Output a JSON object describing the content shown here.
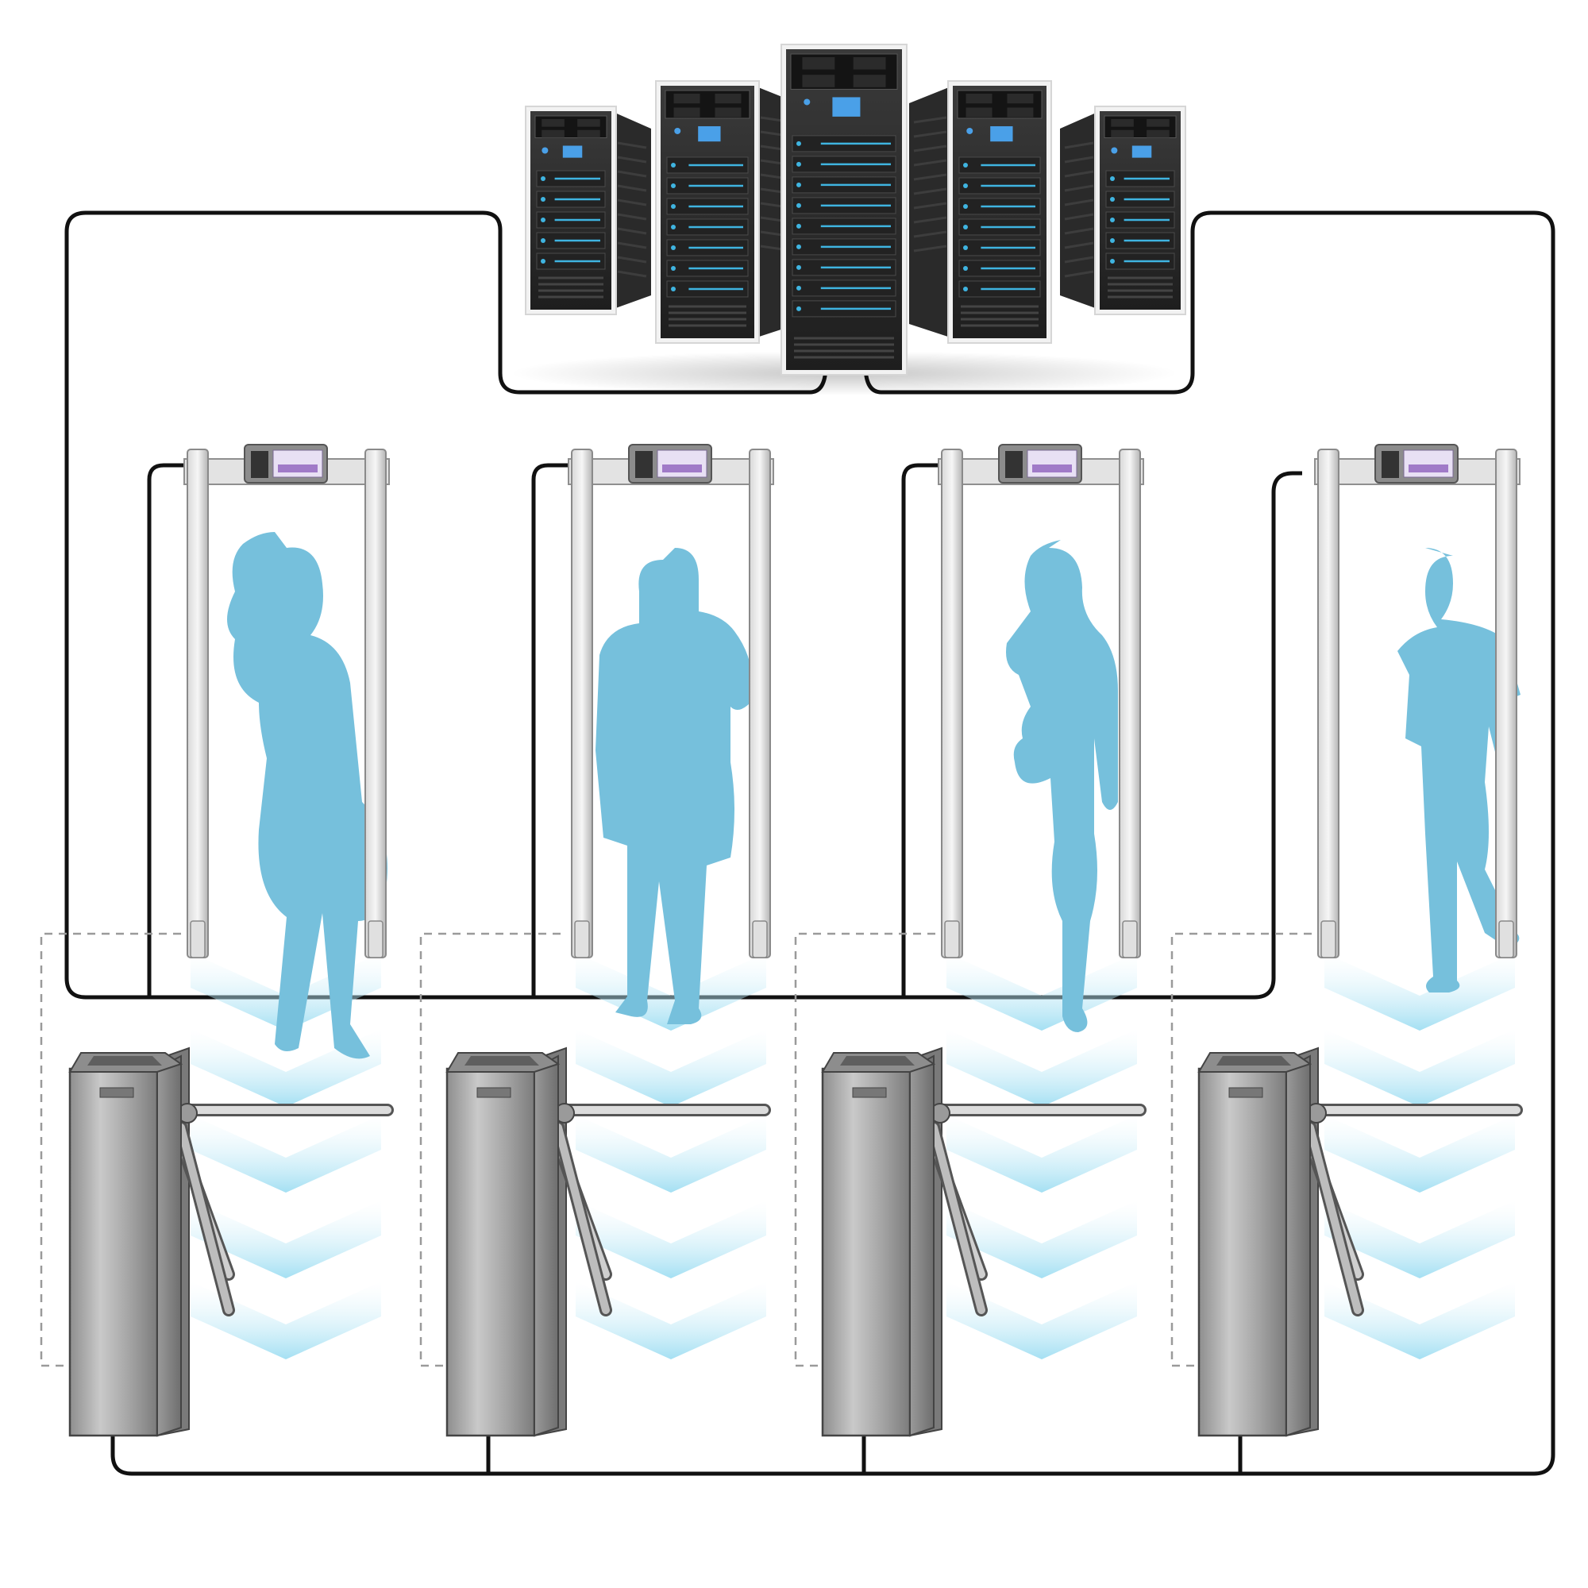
{
  "diagram": {
    "nodes": {
      "servers": {
        "count": 5
      },
      "metal_detector_gates": {
        "count": 4
      },
      "turnstiles": {
        "count": 4
      },
      "people": [
        "woman-walking",
        "man-on-phone",
        "woman-with-phone",
        "man-walking"
      ]
    },
    "connections": [
      {
        "from": "server-cluster",
        "to": "metal-detector-gates",
        "style": "solid"
      },
      {
        "from": "server-cluster",
        "to": "turnstiles",
        "style": "solid"
      },
      {
        "from": "metal-detector-gate",
        "to": "turnstile",
        "style": "dashed"
      }
    ],
    "colors": {
      "cable": "#111111",
      "silhouette": "#76c0dc",
      "flow_arrow": "#7fd3ee",
      "steel": "#a9a9a9",
      "server_display": "#4aa0e8",
      "dashed_outline": "#9a9a9a"
    },
    "icons": [
      "server-icon",
      "walk-through-metal-detector-icon",
      "tripod-turnstile-icon",
      "person-silhouette-icon",
      "flow-chevron-icon"
    ]
  }
}
